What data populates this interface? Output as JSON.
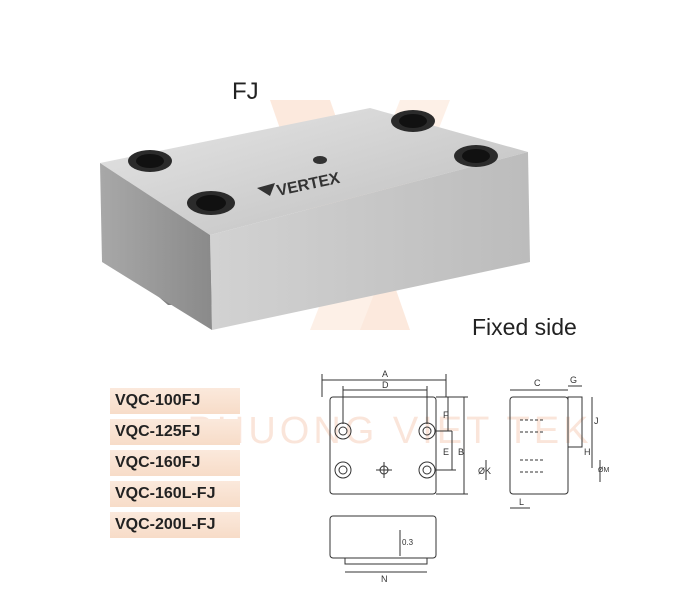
{
  "product": {
    "title": "FJ",
    "subtitle": "Fixed side",
    "brand": "VERTEX",
    "models": [
      "VQC-100FJ",
      "VQC-125FJ",
      "VQC-160FJ",
      "VQC-160L-FJ",
      "VQC-200L-FJ"
    ],
    "watermark": "PHUONG VIET TEK"
  },
  "drawing": {
    "labels": {
      "A": "A",
      "D": "D",
      "F": "F",
      "E": "E",
      "B": "B",
      "C": "C",
      "G": "G",
      "J": "J",
      "H": "H",
      "K": "ØK",
      "M": "ØM",
      "L": "L",
      "N": "N",
      "clearance": "0.3"
    }
  },
  "colors": {
    "steel_light": "#d8d8d8",
    "steel_mid": "#b9b9b9",
    "steel_dark": "#8c8c8c",
    "model_bg": "#f9e2d2",
    "line": "#333333"
  }
}
